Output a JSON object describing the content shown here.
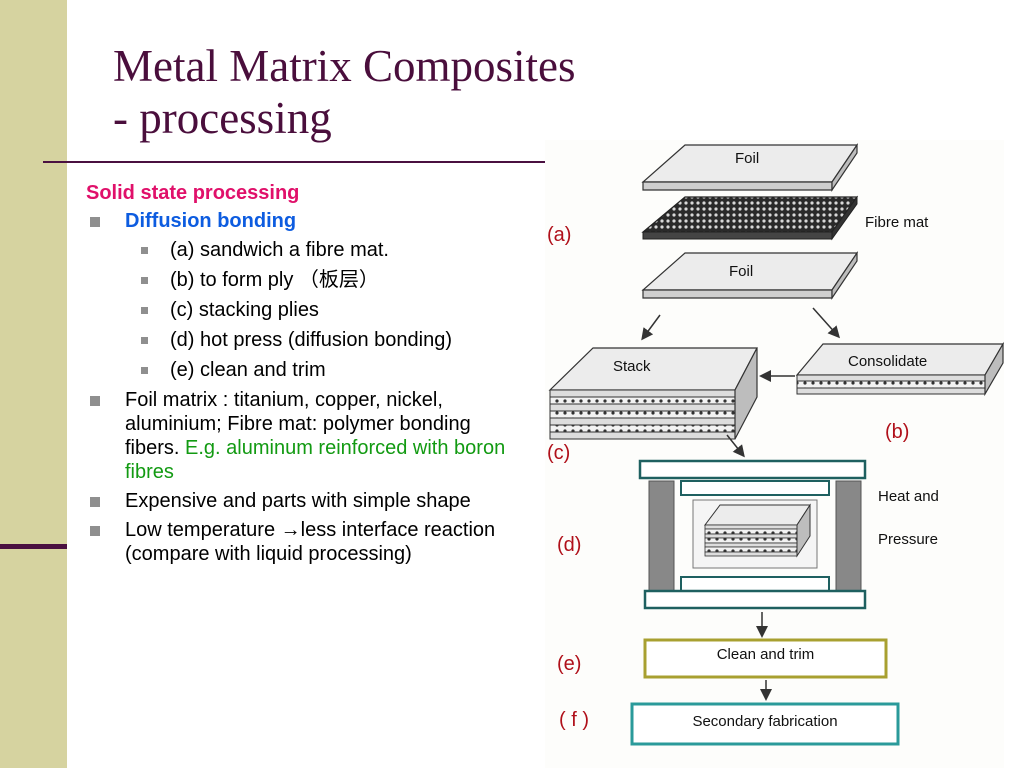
{
  "slide": {
    "title_line1": "Metal Matrix Composites",
    "title_line2": "- processing",
    "heading": "Solid state processing",
    "diffusion_bonding": "Diffusion bonding",
    "steps": [
      "(a) sandwich a fibre mat.",
      "(b) to form ply （板层）",
      "(c) stacking plies",
      "(d) hot press (diffusion bonding)",
      "(e) clean and trim"
    ],
    "foil_matrix_text": "Foil matrix : titanium, copper, nickel, aluminium; Fibre mat: polymer bonding fibers.",
    "foil_matrix_example": "E.g. aluminum reinforced with boron fibres",
    "expensive": "Expensive and parts with simple shape",
    "low_temp": "Low temperature →less interface reaction (compare with liquid processing)"
  },
  "diagram": {
    "foil_top": "Foil",
    "fibre_mat": "Fibre mat",
    "foil_bottom": "Foil",
    "label_a": "(a)",
    "stack": "Stack",
    "consolidate": "Consolidate",
    "label_b": "(b)",
    "label_c": "(c)",
    "heat_and": "Heat and",
    "pressure": "Pressure",
    "label_d": "(d)",
    "clean_and_trim": "Clean and trim",
    "label_e": "(e)",
    "label_f": "( f )",
    "secondary_fabrication": "Secondary fabrication"
  }
}
